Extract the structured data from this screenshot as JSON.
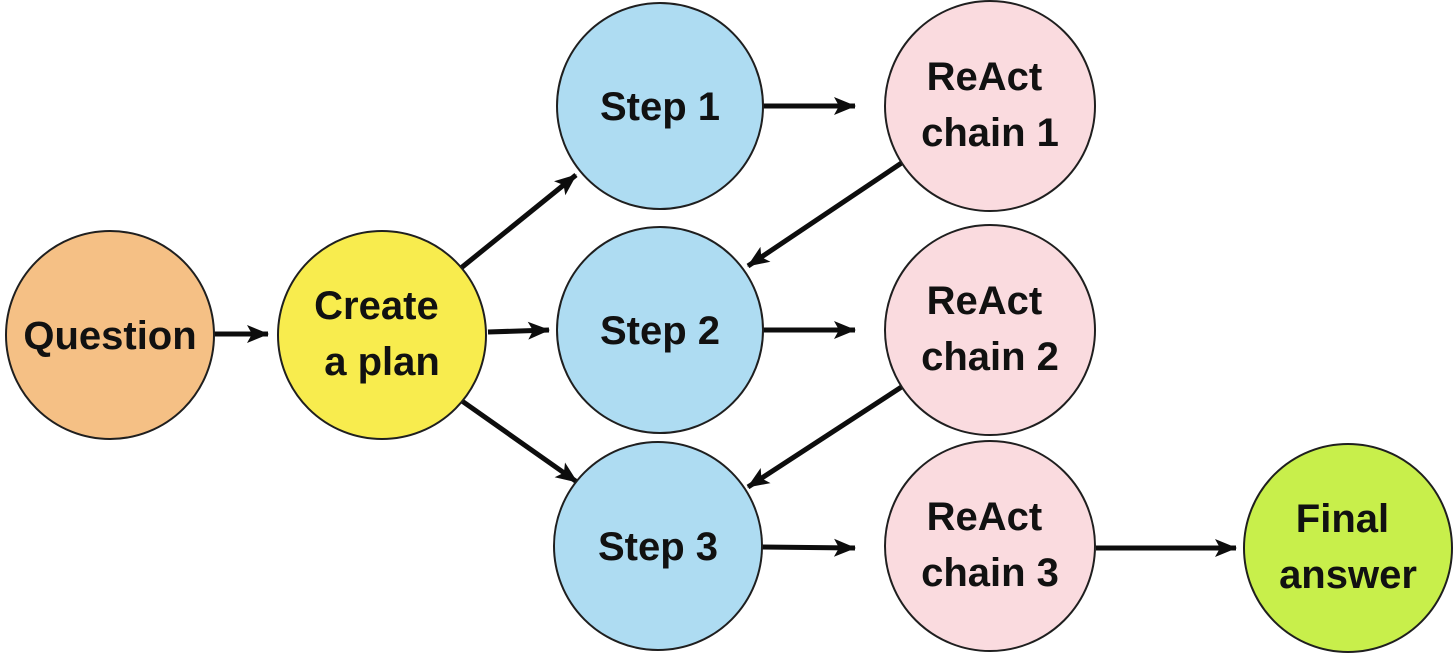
{
  "diagram": {
    "type": "flowchart",
    "description": "Plan-and-execute agent flow: a question produces a plan of steps, each step runs a ReAct chain feeding the next step, ending in a final answer",
    "background_color": "#ffffff",
    "edge_color": "#0d0d0d",
    "node_border_color": "#1f1f1f",
    "text_color": "#111111",
    "nodes": {
      "question": {
        "label": "Question",
        "lines": [
          "Question"
        ],
        "fill": "#f5c085",
        "shape": "circle"
      },
      "create_plan": {
        "label": "Create a plan",
        "lines": [
          "Create",
          "a plan"
        ],
        "fill": "#f8ec4e",
        "shape": "circle"
      },
      "step1": {
        "label": "Step 1",
        "lines": [
          "Step 1"
        ],
        "fill": "#aedcf2",
        "shape": "circle"
      },
      "step2": {
        "label": "Step 2",
        "lines": [
          "Step 2"
        ],
        "fill": "#aedcf2",
        "shape": "circle"
      },
      "step3": {
        "label": "Step 3",
        "lines": [
          "Step 3"
        ],
        "fill": "#aedcf2",
        "shape": "circle"
      },
      "chain1": {
        "label": "ReAct chain 1",
        "lines": [
          "ReAct",
          "chain 1"
        ],
        "fill": "#fadbdf",
        "shape": "circle"
      },
      "chain2": {
        "label": "ReAct chain 2",
        "lines": [
          "ReAct",
          "chain 2"
        ],
        "fill": "#fadbdf",
        "shape": "circle"
      },
      "chain3": {
        "label": "ReAct chain 3",
        "lines": [
          "ReAct",
          "chain 3"
        ],
        "fill": "#fadbdf",
        "shape": "circle"
      },
      "final": {
        "label": "Final answer",
        "lines": [
          "Final",
          "answer"
        ],
        "fill": "#c8ef4b",
        "shape": "circle"
      }
    },
    "edges": [
      {
        "from": "question",
        "to": "create_plan"
      },
      {
        "from": "create_plan",
        "to": "step1"
      },
      {
        "from": "create_plan",
        "to": "step2"
      },
      {
        "from": "create_plan",
        "to": "step3"
      },
      {
        "from": "step1",
        "to": "chain1"
      },
      {
        "from": "chain1",
        "to": "step2"
      },
      {
        "from": "step2",
        "to": "chain2"
      },
      {
        "from": "chain2",
        "to": "step3"
      },
      {
        "from": "step3",
        "to": "chain3"
      },
      {
        "from": "chain3",
        "to": "final"
      }
    ]
  }
}
